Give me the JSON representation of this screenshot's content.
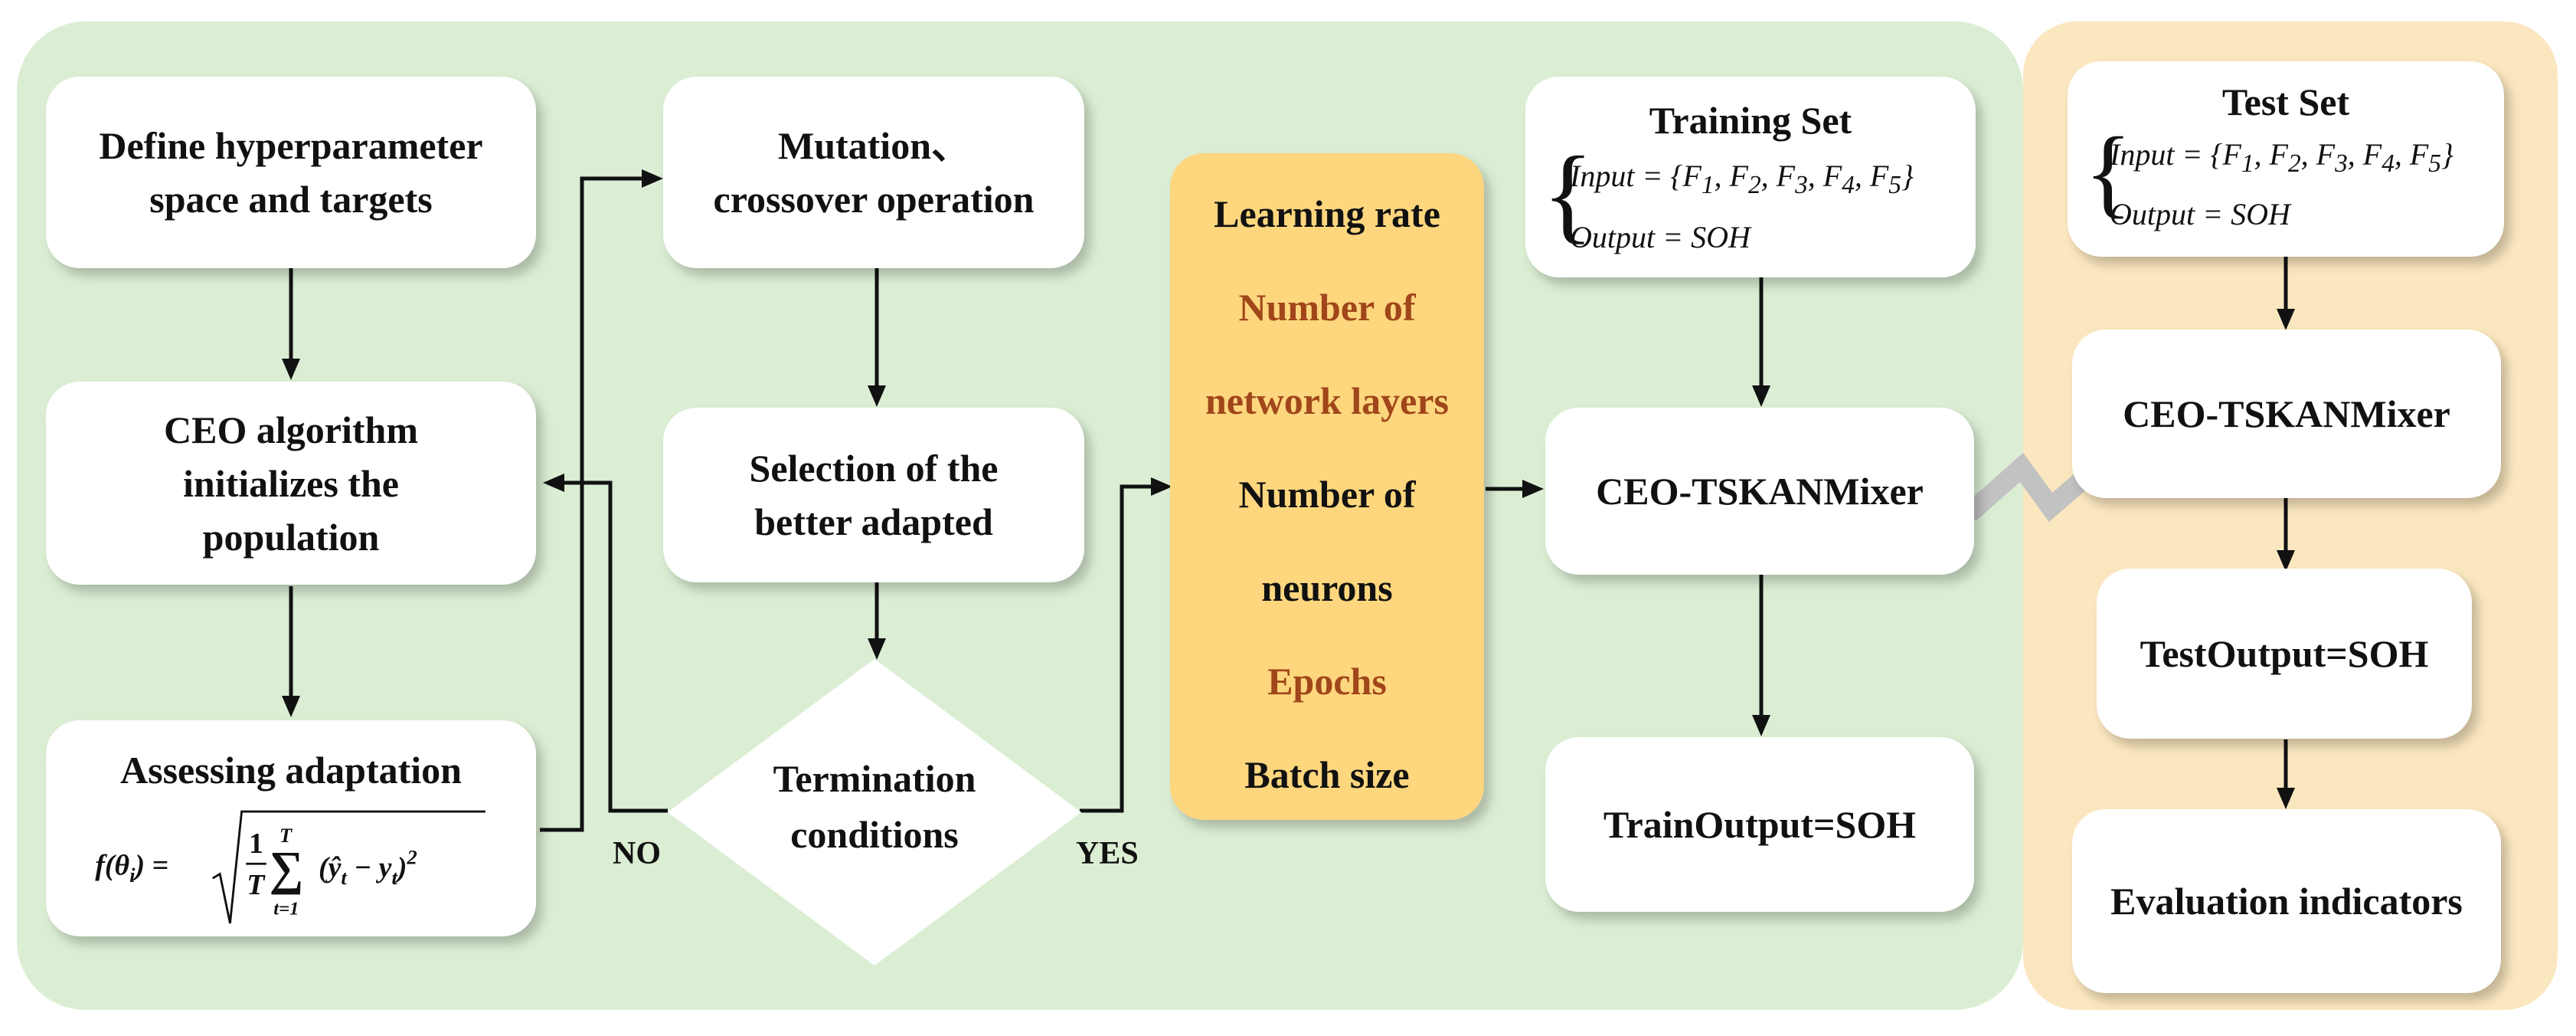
{
  "left_column": {
    "define": [
      "Define hyperparameter",
      "space and targets"
    ],
    "init": [
      "CEO algorithm",
      "initializes the",
      "population"
    ],
    "assess": "Assessing adaptation",
    "fitness": {
      "lhs": "f(θ",
      "lhs_sub": "i",
      "lhs_close": ") =",
      "frac_num": "1",
      "frac_den": "T",
      "sum_top": "T",
      "sum_bottom": "t=1",
      "term": "(ŷ",
      "term_sub1": "t",
      "term_mid": " − y",
      "term_sub2": "t",
      "term_close": ")",
      "exp": "2"
    }
  },
  "middle_column": {
    "mutation": [
      "Mutation、",
      "crossover operation"
    ],
    "selection": [
      "Selection of the",
      "better adapted"
    ],
    "termination": [
      "Termination",
      "conditions"
    ],
    "no_label": "NO",
    "yes_label": "YES"
  },
  "parameters": [
    {
      "text": "Learning rate",
      "color": "#111111"
    },
    {
      "text": "Number of",
      "color": "#a0461a"
    },
    {
      "text": "network layers",
      "color": "#a0461a"
    },
    {
      "text": "Number of",
      "color": "#111111"
    },
    {
      "text": "neurons",
      "color": "#111111"
    },
    {
      "text": "Epochs",
      "color": "#a0461a"
    },
    {
      "text": "Batch size",
      "color": "#111111"
    }
  ],
  "training": {
    "title": "Training Set",
    "input_label": "Input = {F",
    "subs": [
      "1",
      "2",
      "3",
      "4",
      "5"
    ],
    "output_label": "Output = SOH",
    "model": "CEO-TSKANMixer",
    "output": "TrainOutput=SOH"
  },
  "test": {
    "title": "Test Set",
    "input_label": "Input = {F",
    "subs": [
      "1",
      "2",
      "3",
      "4",
      "5"
    ],
    "output_label": "Output = SOH",
    "model": "CEO-TSKANMixer",
    "output": "TestOutput=SOH",
    "evaluation": "Evaluation indicators"
  },
  "colors": {
    "left_panel": "#dbeed4",
    "right_panel": "#fbe7bf",
    "param_box": "#fdd67e",
    "brown_text": "#a0461a",
    "zigzag_arrow": "#c2c2c2"
  }
}
